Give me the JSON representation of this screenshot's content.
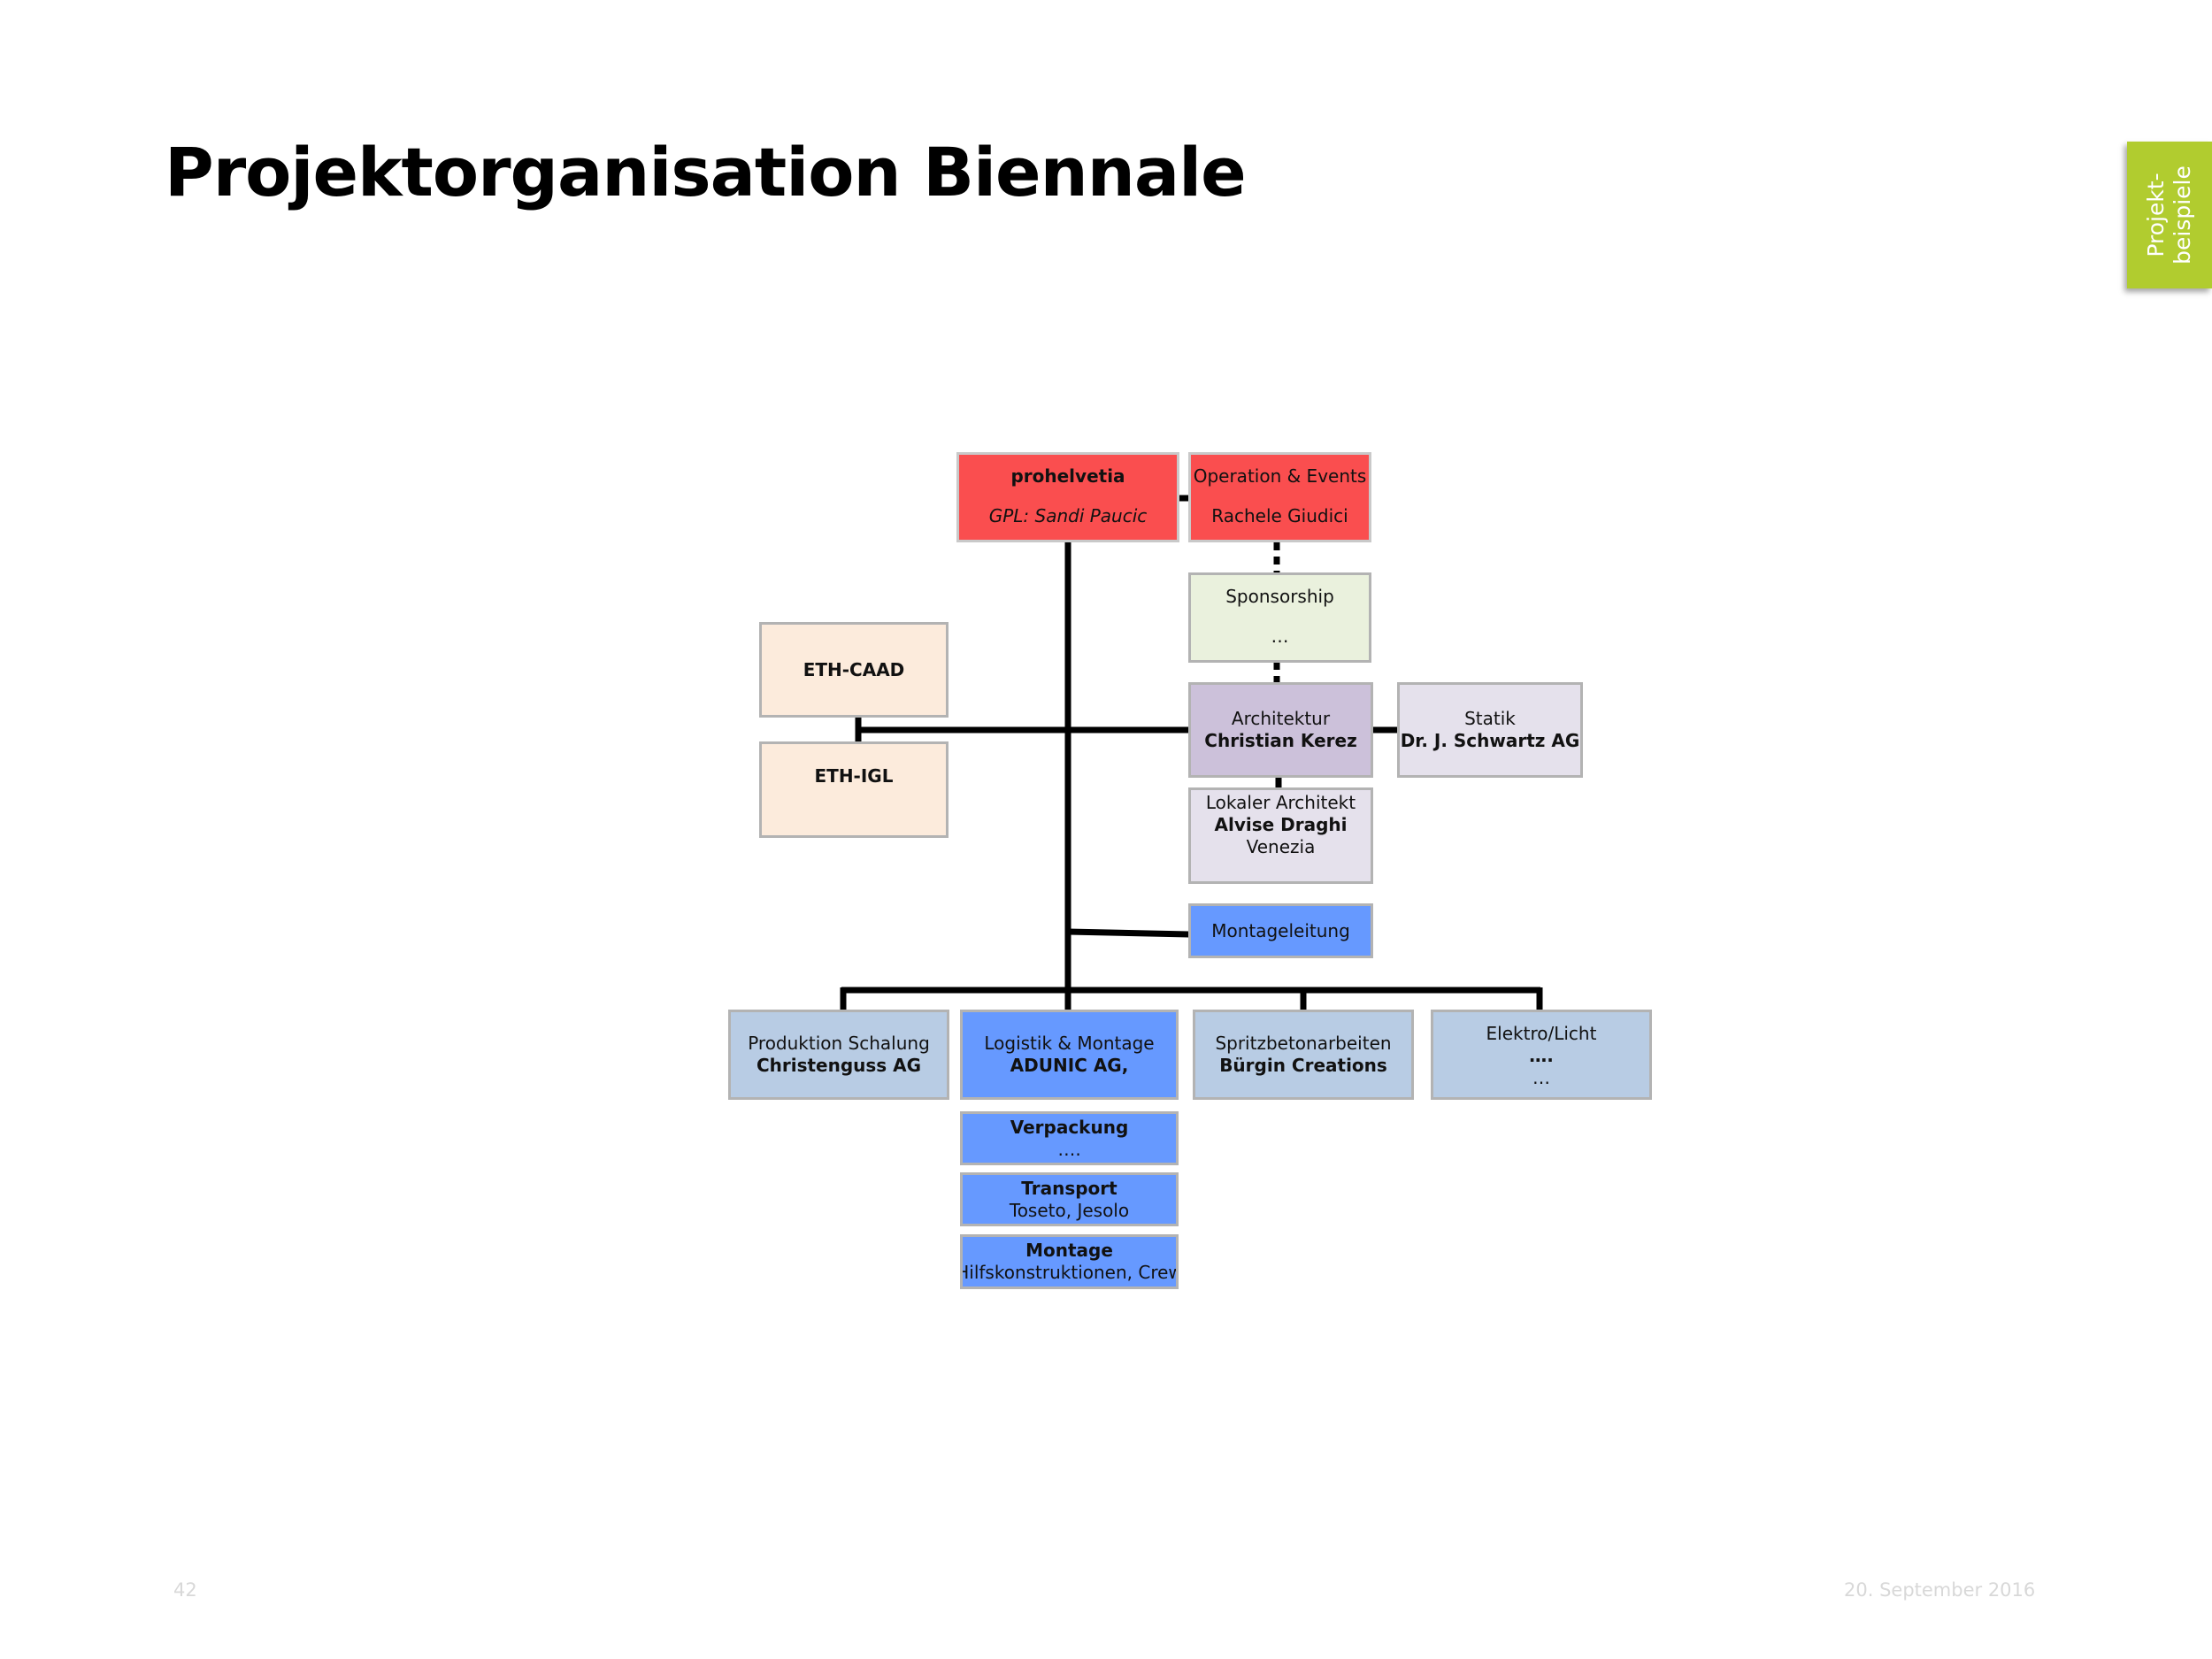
{
  "page": {
    "title": "Projektorganisation Biennale",
    "side_tab": [
      "Projekt-",
      "beispiele"
    ],
    "page_number": "42",
    "date": "20. September 2016"
  },
  "colors": {
    "accent_green": "#b1cc2f",
    "red": "#fa4e4f",
    "blue": "#6699ff",
    "light_blue": "#b8cce4"
  },
  "org": {
    "prohelvetia": [
      "prohelvetia",
      "GPL: Sandi Paucic"
    ],
    "operation": [
      "Operation & Events",
      "Rachele Giudici"
    ],
    "sponsorship": [
      "Sponsorship",
      "…"
    ],
    "eth_caad": [
      "ETH-CAAD"
    ],
    "eth_igl": [
      "ETH-IGL"
    ],
    "architektur": [
      "Architektur",
      "Christian Kerez"
    ],
    "statik": [
      "Statik",
      "Dr. J. Schwartz AG"
    ],
    "lokal": [
      "Lokaler Architekt",
      "Alvise Draghi",
      "Venezia"
    ],
    "montageleitung": [
      "Montageleitung"
    ],
    "produktion": [
      "Produktion Schalung",
      "Christenguss AG"
    ],
    "logistik": [
      "Logistik & Montage",
      "ADUNIC AG,"
    ],
    "spritz": [
      "Spritzbetonarbeiten",
      "Bürgin Creations"
    ],
    "elektro": [
      "Elektro/Licht",
      "….",
      "…"
    ],
    "verpackung": [
      "Verpackung",
      "…."
    ],
    "transport": [
      "Transport",
      "Toseto, Jesolo"
    ],
    "montage": [
      "Montage",
      "Hilfskonstruktionen, Crew"
    ]
  }
}
